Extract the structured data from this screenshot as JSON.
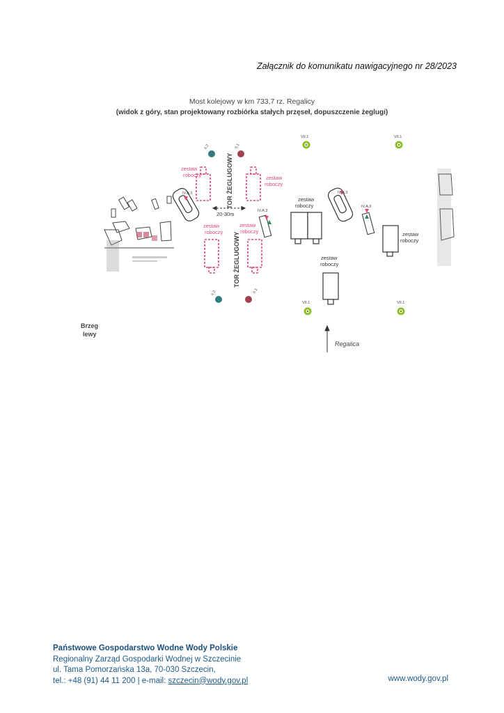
{
  "header": {
    "attachment": "Załącznik do komunikatu nawigacyjnego nr 28/2023"
  },
  "diagram": {
    "title": "Most kolejowy w km 733,7 rz. Regalicy",
    "subtitle": "(widok z góry, stan projektowany rozbiórka stałych przęseł, dopuszczenie żeglugi)",
    "fairway": "TOR ŻEGLUGOWY",
    "work_set": [
      "zestaw",
      "roboczy"
    ],
    "distance": "20-30m",
    "bank": [
      "Brzeg",
      "lewy"
    ],
    "river": "Regalica",
    "signs": {
      "vii": "VII.1",
      "iva": "IV.A.3",
      "ii": "II.2",
      "ji": "II.1"
    },
    "colors": {
      "work_set": "#e0487a",
      "sign_green": "#8fbf2a",
      "teal": "#2f7d7e",
      "red_buoy": "#a2404e"
    }
  },
  "footer": {
    "org": "Państwowe Gospodarstwo Wodne Wody Polskie",
    "dept": "Regionalny Zarząd Gospodarki Wodnej w Szczecinie",
    "address": "ul. Tama Pomorzańska 13a, 70-030 Szczecin,",
    "phone": "tel.: +48 (91) 44 11 200 | e-mail: ",
    "email": "szczecin@wody.gov.pl",
    "www": "www.wody.gov.pl"
  }
}
